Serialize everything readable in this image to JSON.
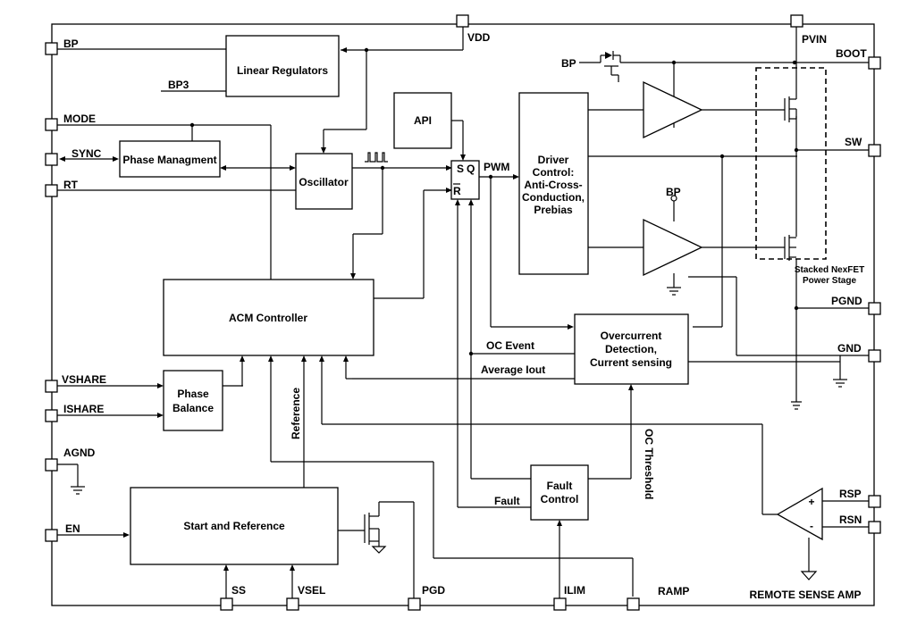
{
  "pins": {
    "bp": "BP",
    "bp3": "BP3",
    "mode": "MODE",
    "sync": "SYNC",
    "rt": "RT",
    "vshare": "VSHARE",
    "ishare": "ISHARE",
    "agnd": "AGND",
    "en": "EN",
    "vdd": "VDD",
    "pvin": "PVIN",
    "boot": "BOOT",
    "sw": "SW",
    "pgnd": "PGND",
    "gnd": "GND",
    "rsp": "RSP",
    "rsn": "RSN",
    "ss": "SS",
    "vsel": "VSEL",
    "pgd": "PGD",
    "ilim": "ILIM",
    "ramp": "RAMP",
    "bp_top": "BP",
    "bp_mid": "BP"
  },
  "blocks": {
    "linear_regulators": "Linear Regulators",
    "phase_management": "Phase Managment",
    "oscillator": "Oscillator",
    "api": "API",
    "acm_controller": "ACM Controller",
    "phase_balance": [
      "Phase",
      "Balance"
    ],
    "start_reference": "Start and Reference",
    "driver_control": [
      "Driver",
      "Control:",
      "Anti-Cross-",
      "Conduction,",
      "Prebias"
    ],
    "overcurrent": [
      "Overcurrent",
      "Detection,",
      "Current sensing"
    ],
    "fault_control": [
      "Fault",
      "Control"
    ]
  },
  "latch": {
    "s": "S",
    "q": "Q",
    "r": "R"
  },
  "signals": {
    "pwm": "PWM",
    "oc_event": "OC Event",
    "average_iout": "Average Iout",
    "reference": "Reference",
    "fault": "Fault",
    "oc_threshold": "OC Threshold"
  },
  "power_stage": [
    "Stacked NexFET",
    "Power Stage"
  ],
  "remote_sense": {
    "title": "REMOTE SENSE AMP",
    "plus": "+",
    "minus": "-"
  }
}
